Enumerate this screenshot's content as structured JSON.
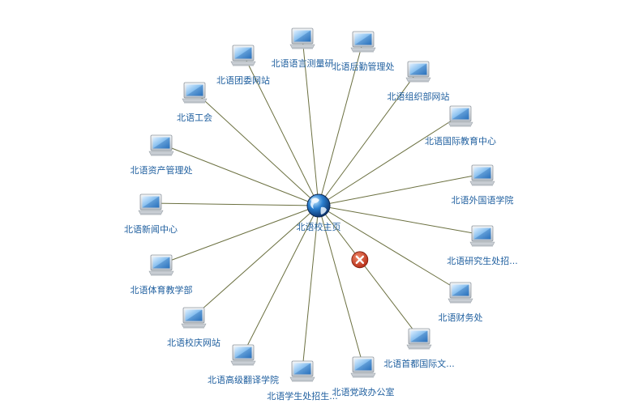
{
  "center": {
    "label": "北语校主页",
    "icon": "globe-icon",
    "status": "online"
  },
  "colors": {
    "link": "#6b7040",
    "label": "#1f5f9f",
    "monitor": "#4a90d9",
    "error": "#c8391f"
  },
  "nodes": [
    {
      "id": "measure",
      "label": "北语语言测量研",
      "icon": "computer-icon",
      "status": "online"
    },
    {
      "id": "logistics",
      "label": "北语后勤管理处",
      "icon": "computer-icon",
      "status": "online"
    },
    {
      "id": "org",
      "label": "北语组织部网站",
      "icon": "computer-icon",
      "status": "online"
    },
    {
      "id": "intl-edu",
      "label": "北语国际教育中心",
      "icon": "computer-icon",
      "status": "online"
    },
    {
      "id": "foreign-lang",
      "label": "北语外国语学院",
      "icon": "computer-icon",
      "status": "online"
    },
    {
      "id": "grad",
      "label": "北语研究生处招...",
      "icon": "computer-icon",
      "status": "online"
    },
    {
      "id": "finance",
      "label": "北语财务处",
      "icon": "computer-icon",
      "status": "online"
    },
    {
      "id": "capital-intl",
      "label": "北语首都国际文...",
      "icon": "computer-icon",
      "status": "online"
    },
    {
      "id": "party-office",
      "label": "北语党政办公室",
      "icon": "computer-icon",
      "status": "online"
    },
    {
      "id": "student-recruit",
      "label": "北语学生处招生...",
      "icon": "computer-icon",
      "status": "online"
    },
    {
      "id": "translation",
      "label": "北语高级翻译学院",
      "icon": "computer-icon",
      "status": "online"
    },
    {
      "id": "anniversary",
      "label": "北语校庆网站",
      "icon": "computer-icon",
      "status": "online"
    },
    {
      "id": "pe",
      "label": "北语体育教学部",
      "icon": "computer-icon",
      "status": "online"
    },
    {
      "id": "news",
      "label": "北语新闻中心",
      "icon": "computer-icon",
      "status": "online"
    },
    {
      "id": "assets",
      "label": "北语资产管理处",
      "icon": "computer-icon",
      "status": "online"
    },
    {
      "id": "union",
      "label": "北语工会",
      "icon": "computer-icon",
      "status": "online"
    },
    {
      "id": "youth",
      "label": "北语团委网站",
      "icon": "computer-icon",
      "status": "online"
    }
  ],
  "alerts": [
    {
      "link": "capital-intl",
      "icon": "error-x-icon",
      "status": "link-down"
    }
  ]
}
